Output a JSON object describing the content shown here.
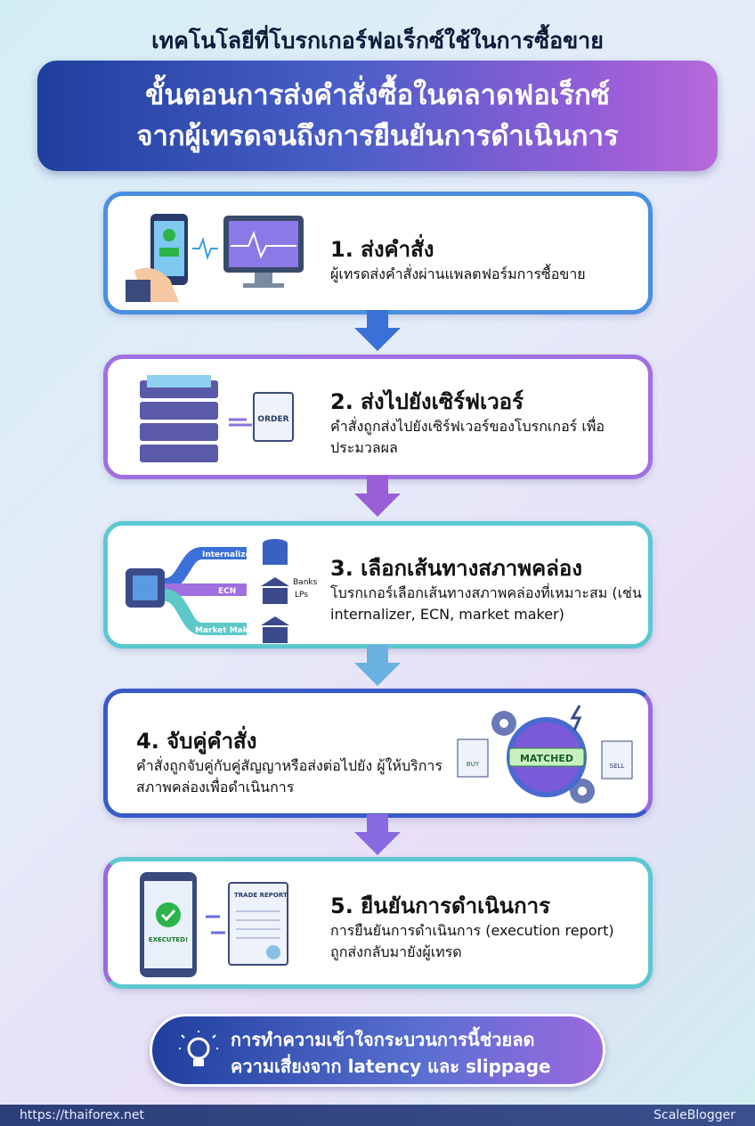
{
  "header": {
    "title": "เทคโนโลยีที่โบรกเกอร์ฟอเร็กซ์ใช้ในการซื้อขาย",
    "banner_line1": "ขั้นตอนการส่งคำสั่งซื้อในตลาดฟอเร็กซ์",
    "banner_line2": "จากผู้เทรดจนถึงการยืนยันการดำเนินการ"
  },
  "steps": [
    {
      "title": "1. ส่งคำสั่ง",
      "desc": "ผู้เทรดส่งคำสั่งผ่านแพลตฟอร์มการซื้อขาย",
      "icon": "phone-monitor-icon"
    },
    {
      "title": "2. ส่งไปยังเซิร์ฟเวอร์",
      "desc": "คำสั่งถูกส่งไปยังเซิร์ฟเวอร์ของโบรกเกอร์ เพื่อประมวลผล",
      "icon": "server-icon",
      "doc_label": "ORDER"
    },
    {
      "title": "3. เลือกเส้นทางสภาพคล่อง",
      "desc": "โบรกเกอร์เลือกเส้นทางสภาพคล่องที่เหมาะสม (เช่น internalizer, ECN, market maker)",
      "icon": "routing-icon",
      "routes": [
        "Internalizer",
        "ECN",
        "Market Maker"
      ],
      "banks_label": "Banks",
      "lps_label": "LPs"
    },
    {
      "title": "4. จับคู่คำสั่ง",
      "desc": "คำสั่งถูกจับคู่กับคู่สัญญาหรือส่งต่อไปยัง ผู้ให้บริการสภาพคล่องเพื่อดำเนินการ",
      "icon": "gear-icon",
      "matched_label": "MATCHED",
      "buy_label": "BUY",
      "sell_label": "SELL"
    },
    {
      "title": "5. ยืนยันการดำเนินการ",
      "desc": "การยืนยันการดำเนินการ (execution report) ถูกส่งกลับมายังผู้เทรด",
      "icon": "report-icon",
      "executed_label": "EXECUTED!",
      "report_label": "TRADE REPORT"
    }
  ],
  "tip": {
    "line1": "การทำความเข้าใจกระบวนการนี้ช่วยลด",
    "line2": "ความเสี่ยงจาก latency และ slippage",
    "icon": "lightbulb-icon"
  },
  "footer": {
    "url": "https://thaiforex.net",
    "brand": "ScaleBlogger"
  },
  "colors": {
    "blue": "#2f5fc8",
    "purple": "#9a5ed8",
    "teal": "#5cc8d0",
    "navy": "#1f3f9e"
  }
}
